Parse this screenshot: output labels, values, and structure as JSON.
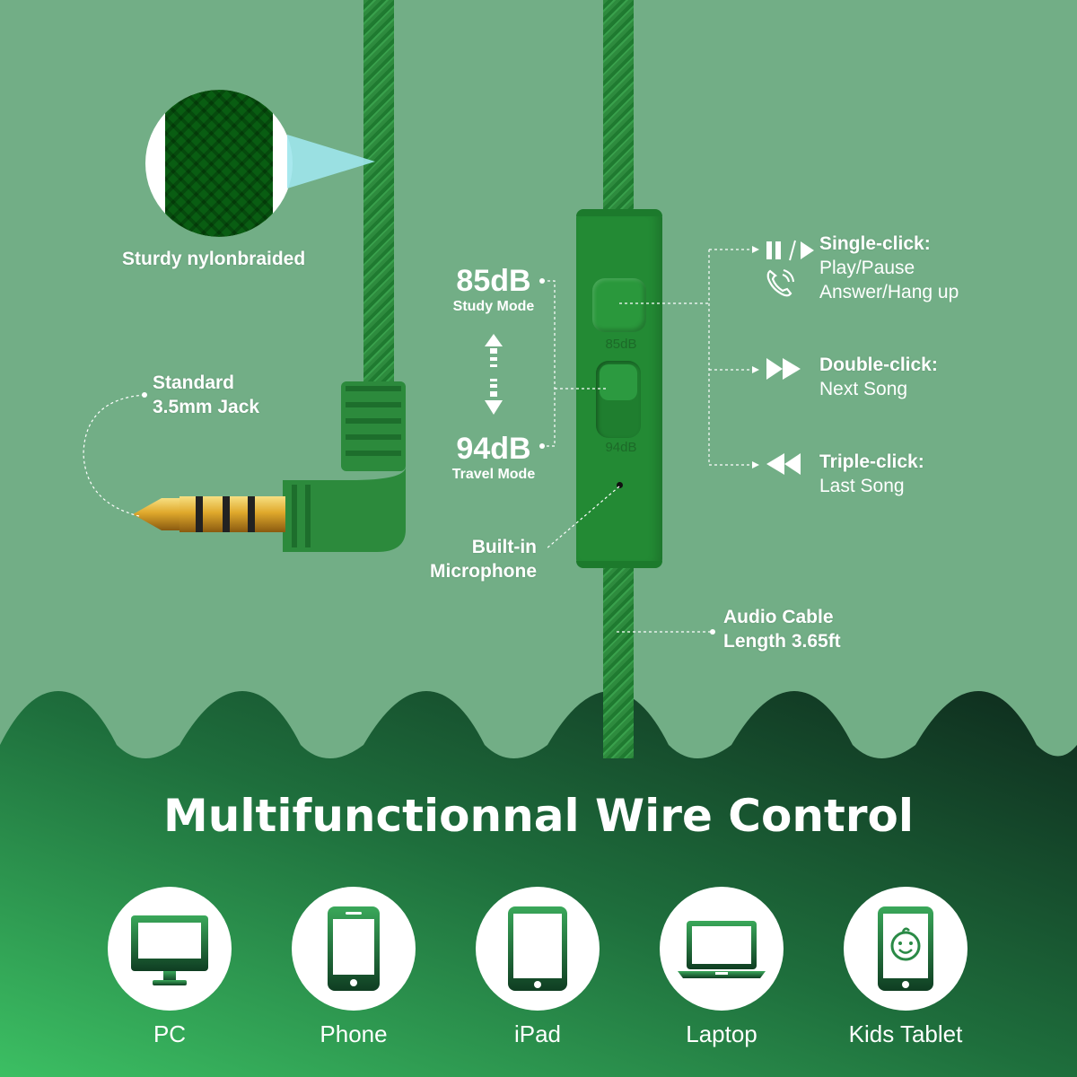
{
  "callouts": {
    "nylon": "Sturdy nylonbraided",
    "jack_line1": "Standard",
    "jack_line2": "3.5mm Jack",
    "mic_line1": "Built-in",
    "mic_line2": "Microphone",
    "cable_line1": "Audio Cable",
    "cable_line2": "Length 3.65ft"
  },
  "volume": {
    "high_db": "85dB",
    "high_mode": "Study Mode",
    "low_db": "94dB",
    "low_mode": "Travel Mode",
    "remote_high": "85dB",
    "remote_low": "94dB"
  },
  "controls": [
    {
      "title": "Single-click:",
      "line1": "Play/Pause",
      "line2": "Answer/Hang up",
      "icon": "play-pause-icon"
    },
    {
      "title": "Double-click:",
      "line1": "Next Song",
      "icon": "fast-forward-icon"
    },
    {
      "title": "Triple-click:",
      "line1": "Last Song",
      "icon": "rewind-icon"
    }
  ],
  "title": "Multifunctionnal Wire Control",
  "devices": [
    {
      "label": "PC",
      "icon": "monitor-icon"
    },
    {
      "label": "Phone",
      "icon": "phone-icon"
    },
    {
      "label": "iPad",
      "icon": "tablet-icon"
    },
    {
      "label": "Laptop",
      "icon": "laptop-icon"
    },
    {
      "label": "Kids Tablet",
      "icon": "kids-tablet-icon"
    }
  ],
  "colors": {
    "background_top": "#72ae86",
    "cable_green": "#2e8b3e",
    "bottom_gradient_left": "#3cbf63",
    "bottom_gradient_right": "#0e2b1d",
    "gold": "#d9a528"
  }
}
